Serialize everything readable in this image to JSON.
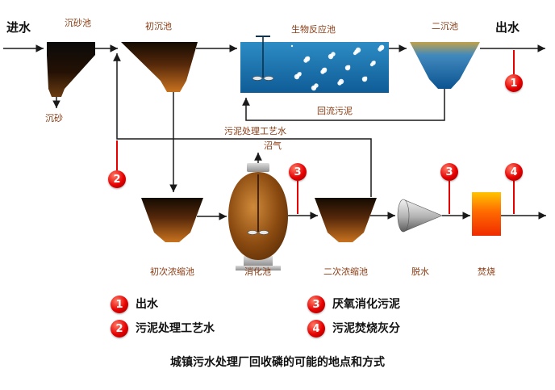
{
  "title": "城镇污水处理厂回收磷的可能的地点和方式",
  "colors": {
    "marker_red": "#e60000",
    "label_brown": "#8a3b12"
  },
  "flows": {
    "influent": "进水",
    "effluent": "出水",
    "grit": "沉砂",
    "return_sludge": "回流污泥",
    "process_water": "污泥处理工艺水",
    "biogas": "沼气"
  },
  "units": {
    "grit_chamber": "沉砂池",
    "primary_clarifier": "初沉池",
    "bio_reactor": "生物反应池",
    "secondary_clarifier": "二沉池",
    "primary_thickener": "初次浓缩池",
    "digester": "消化池",
    "secondary_thickener": "二次浓缩池",
    "dewatering": "脱水",
    "incineration": "焚烧"
  },
  "markers": {
    "m1": "1",
    "m2": "2",
    "m3": "3",
    "m4": "4"
  },
  "legend": [
    {
      "num": "1",
      "label": "出水"
    },
    {
      "num": "2",
      "label": "污泥处理工艺水"
    },
    {
      "num": "3",
      "label": "厌氧消化污泥"
    },
    {
      "num": "4",
      "label": "污泥焚烧灰分"
    }
  ]
}
